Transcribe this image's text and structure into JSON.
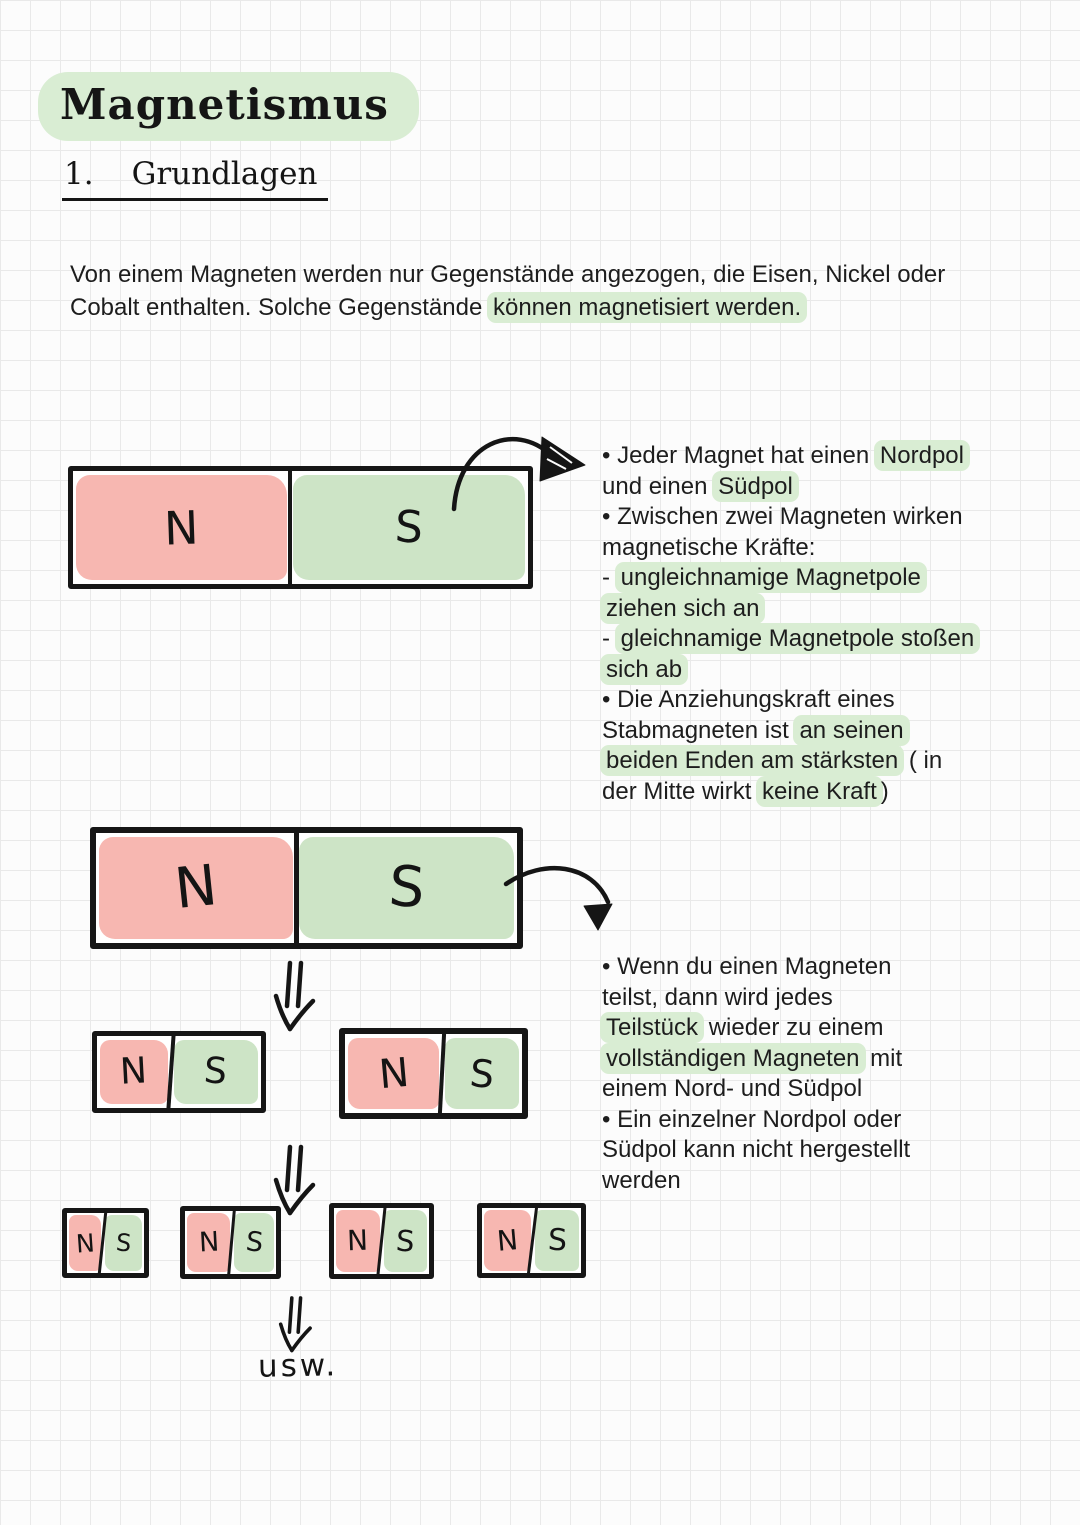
{
  "page": {
    "title": "Magnetismus",
    "section_number": "1.",
    "section_title": "Grundlagen"
  },
  "intro": {
    "line1": "Von einem Magneten werden nur Gegenstände angezogen, die Eisen, Nickel oder",
    "line2_pre": "Cobalt enthalten. Solche Gegenstände ",
    "line2_hl": "können magnetisiert werden."
  },
  "colors": {
    "north_pole_fill": "#f7b7b1",
    "south_pole_fill": "#cde4c6",
    "text_highlight": "#d9edd3",
    "ink": "#151515",
    "grid_line": "#e9e9e9",
    "page_background": "#fcfcfc"
  },
  "magnets": {
    "large1": {
      "n": "N",
      "s": "S"
    },
    "large2": {
      "n": "N",
      "s": "S"
    },
    "medium1": {
      "n": "N",
      "s": "S"
    },
    "medium2": {
      "n": "N",
      "s": "S"
    },
    "small1": {
      "n": "N",
      "s": "S"
    },
    "small2": {
      "n": "N",
      "s": "S"
    },
    "small3": {
      "n": "N",
      "s": "S"
    },
    "small4": {
      "n": "N",
      "s": "S"
    }
  },
  "notes_block1": {
    "lines": [
      {
        "pre": "• Jeder Magnet hat einen ",
        "hl": "Nordpol"
      },
      {
        "pre": "und einen ",
        "hl": "Südpol"
      },
      {
        "pre": "• Zwischen zwei Magneten wirken"
      },
      {
        "pre": "magnetische Kräfte:"
      },
      {
        "pre": "- ",
        "hl": "ungleichnamige Magnetpole"
      },
      {
        "hl": "ziehen sich an"
      },
      {
        "pre": "- ",
        "hl": "gleichnamige Magnetpole stoßen"
      },
      {
        "hl": "sich ab"
      },
      {
        "pre": "• Die Anziehungskraft eines"
      },
      {
        "pre": "Stabmagneten ist ",
        "hl": "an seinen"
      },
      {
        "hl": "beiden Enden am stärksten",
        "post": " ( in"
      },
      {
        "pre": "der Mitte wirkt ",
        "hl": "keine Kraft",
        "post": ")"
      }
    ]
  },
  "notes_block2": {
    "lines": [
      {
        "pre": "• Wenn du einen Magneten"
      },
      {
        "pre": "teilst, dann wird jedes"
      },
      {
        "hl": "Teilstück",
        "post": " wieder zu einem"
      },
      {
        "hl": "vollständigen Magneten",
        "post": " mit"
      },
      {
        "pre": "einem Nord- und Südpol"
      },
      {
        "pre": "• Ein einzelner Nordpol oder"
      },
      {
        "pre": "Südpol kann nicht hergestellt"
      },
      {
        "pre": "werden"
      }
    ]
  },
  "etc_label": "usw."
}
